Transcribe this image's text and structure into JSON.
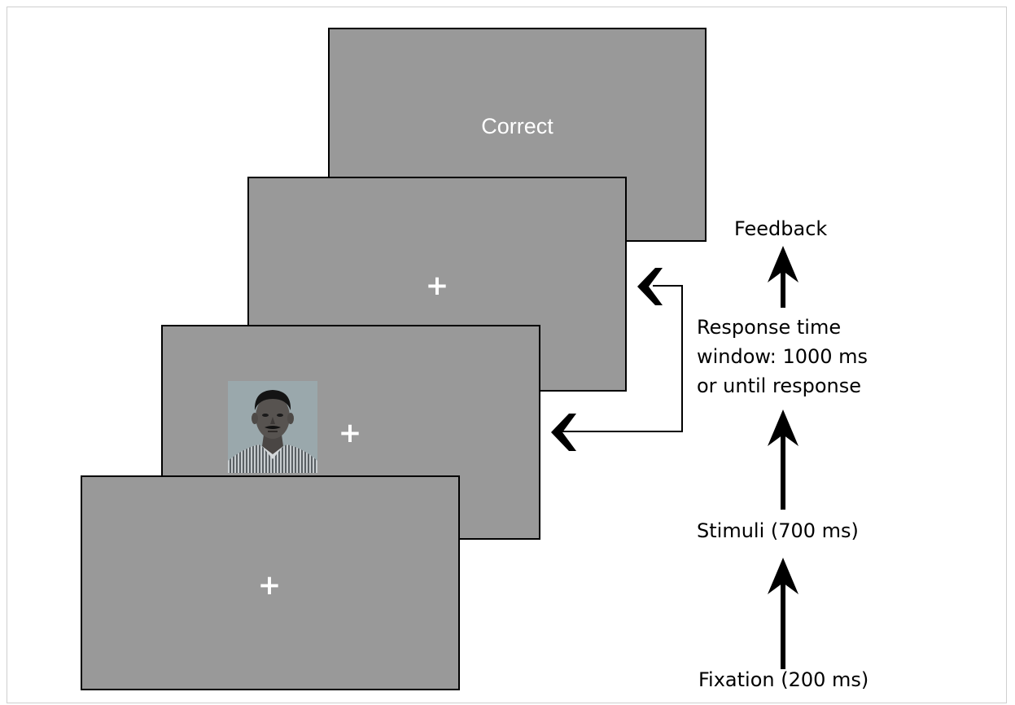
{
  "screens": {
    "feedback": {
      "text": "Correct"
    },
    "response": {
      "symbol": "+"
    },
    "stimulus": {
      "symbol": "+"
    },
    "fixation": {
      "symbol": "+"
    }
  },
  "timeline": {
    "feedback": "Feedback",
    "response_window": "Response  time window: 1000 ms or until response",
    "stimuli": "Stimuli (700 ms)",
    "fixation": "Fixation (200 ms)"
  }
}
